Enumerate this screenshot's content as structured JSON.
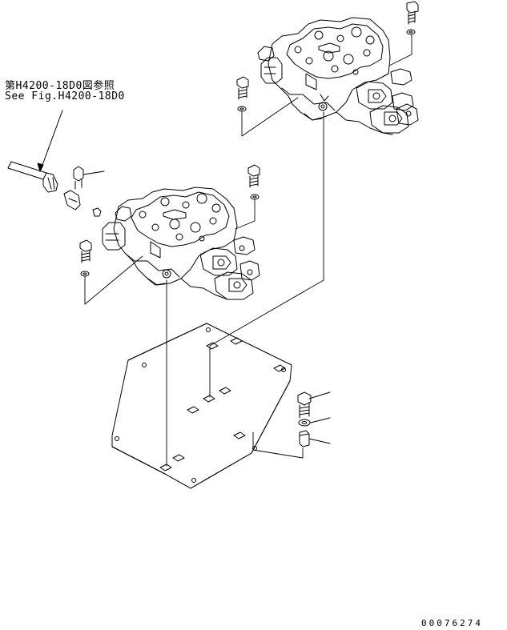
{
  "reference": {
    "jp": "第H4200-18D0図参照",
    "en": "See Fig.H4200-18D0"
  },
  "drawing_number": "00076274",
  "colors": {
    "line": "#000000",
    "background": "#ffffff"
  },
  "parts": [
    "control-valve-upper",
    "control-valve-lower",
    "mounting-bracket-plate",
    "hydraulic-hose",
    "hose-fitting",
    "bolt",
    "washer",
    "spacer-pin"
  ]
}
